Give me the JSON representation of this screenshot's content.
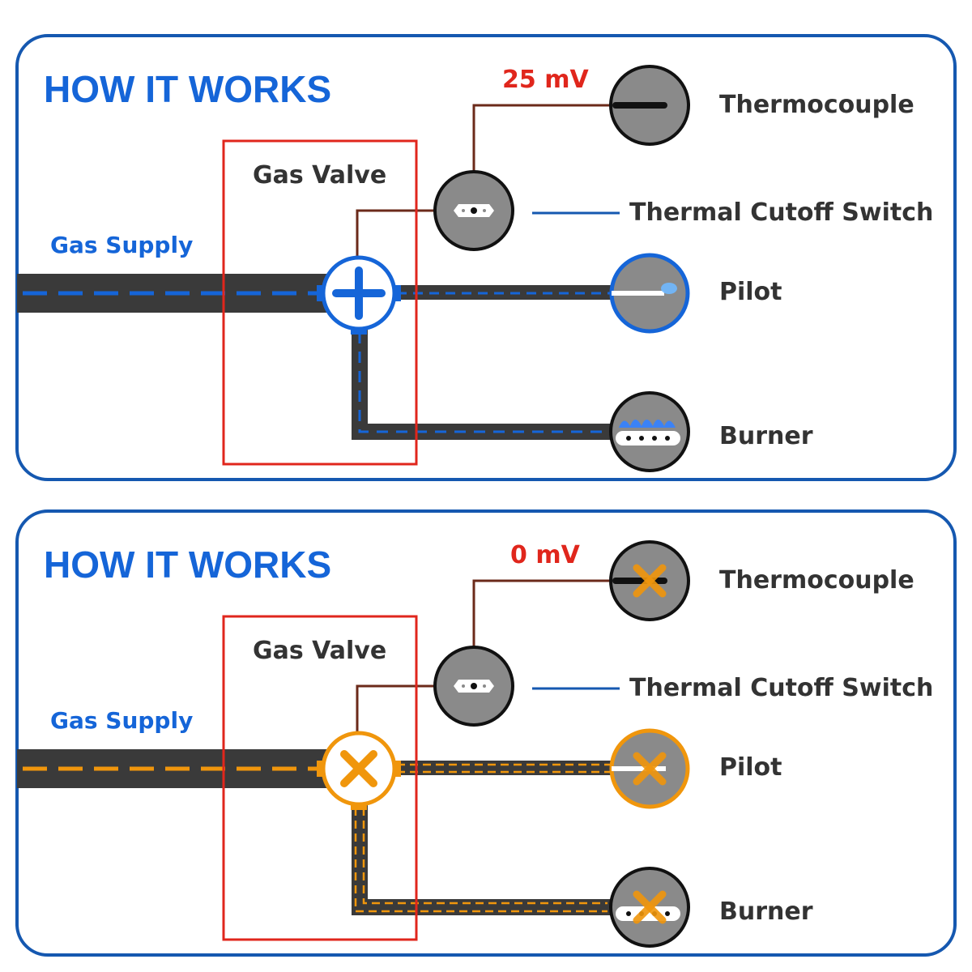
{
  "panels": [
    {
      "state": "on",
      "title": "HOW IT WORKS",
      "voltage": "25 mV",
      "labels": {
        "gas_valve": "Gas Valve",
        "gas_supply": "Gas Supply",
        "thermocouple": "Thermocouple",
        "thermal_cutoff_switch": "Thermal Cutoff Switch",
        "pilot": "Pilot",
        "burner": "Burner"
      }
    },
    {
      "state": "off",
      "title": "HOW IT WORKS",
      "voltage": "0 mV",
      "labels": {
        "gas_valve": "Gas Valve",
        "gas_supply": "Gas Supply",
        "thermocouple": "Thermocouple",
        "thermal_cutoff_switch": "Thermal Cutoff Switch",
        "pilot": "Pilot",
        "burner": "Burner"
      }
    }
  ],
  "colors": {
    "frame": "#1558b0",
    "title": "#1565d8",
    "gas_flow_on": "#1565d8",
    "gas_flow_off": "#f0960c",
    "valve_box": "#e0261c",
    "voltage": "#e0261c",
    "pipe": "#3a3a3a",
    "component": "#8a8a8a",
    "wire": "#6b2a1a"
  },
  "icons": {
    "valve_on": "plus-icon",
    "valve_off": "x-icon",
    "disabled": "x-icon"
  }
}
